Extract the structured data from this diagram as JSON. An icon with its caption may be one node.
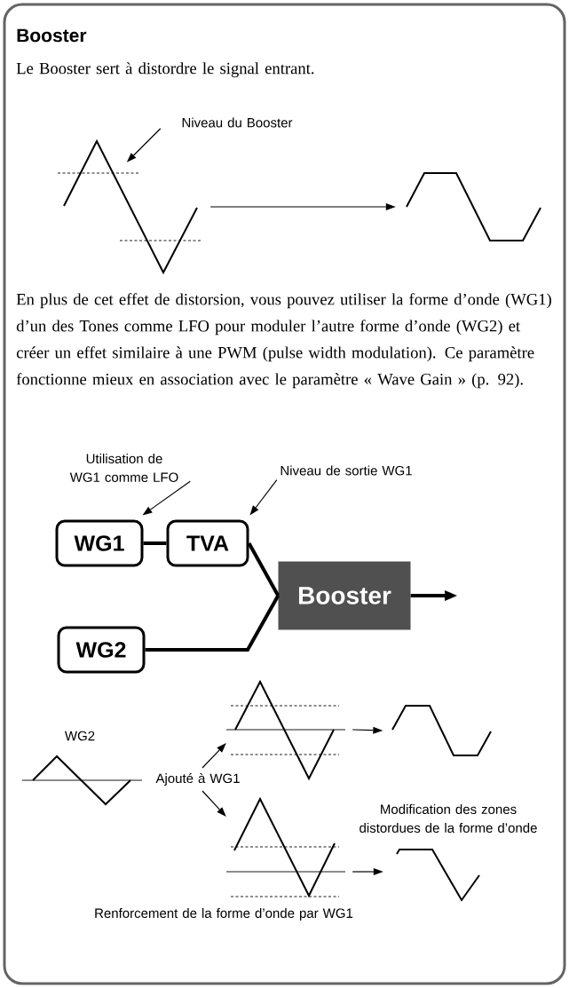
{
  "diagram": {
    "title": "Booster",
    "nodes": [
      {
        "text": [
          "Niveau du Booster"
        ]
      },
      {
        "text": [],
        "shape": "picture"
      },
      {
        "text": [],
        "shape": "picture"
      },
      {
        "text": [
          "Utilisation de WG1 comme LFO"
        ]
      },
      {
        "text": [
          "Niveau de sortie WG1"
        ]
      },
      {
        "text": [
          "WG1"
        ]
      },
      {
        "text": [
          "TVA"
        ]
      },
      {
        "text": [
          "Booster"
        ]
      },
      {
        "text": [
          "WG2"
        ]
      },
      {
        "text": [],
        "shape": "picture",
        "beside": [
          "WG2"
        ]
      },
      {
        "text": [
          "Ajouté à WG1"
        ]
      },
      {
        "text": [],
        "shape": "picture"
      },
      {
        "text": [],
        "shape": "picture"
      },
      {
        "text": [],
        "shape": "picture",
        "beside": [
          "Renforcement de la forme d’onde par WG1"
        ]
      },
      {
        "text": [],
        "shape": "picture",
        "beside": [
          "Modification des zones distordues de la forme d’onde"
        ]
      }
    ],
    "edges": [
      {
        "from": 0,
        "to": 1,
        "arrow": "to"
      },
      {
        "from": 1,
        "to": 2,
        "arrow": "to"
      },
      {
        "from": 3,
        "to": 5,
        "arrow": "to"
      },
      {
        "from": 4,
        "to": 6,
        "arrow": "to"
      },
      {
        "from": 5,
        "to": 6,
        "arrow": "none",
        "style": "thick"
      },
      {
        "from": 6,
        "to": 7,
        "arrow": "none",
        "style": "thick"
      },
      {
        "from": 8,
        "to": 7,
        "arrow": "none",
        "style": "thick"
      },
      {
        "from": 7,
        "to": null,
        "arrow": "to",
        "style": "thick"
      },
      {
        "from": 10,
        "to": 11,
        "arrow": "to"
      },
      {
        "from": 10,
        "to": 13,
        "arrow": "to"
      },
      {
        "from": 11,
        "to": 12,
        "arrow": "to"
      },
      {
        "from": 13,
        "to": 14,
        "arrow": "to"
      }
    ],
    "labels": [
      "Le Booster sert à distordre le signal entrant.",
      "En plus de cet effet de distorsion, vous pouvez utiliser la forme d’onde (WG1) d’un des Tones comme LFO pour moduler l’autre forme d’onde (WG2) et créer un effet similaire à une PWM (pulse width modulation). Ce paramètre fonctionne mieux en association avec le paramètre « Wave Gain » (p. 92)."
    ]
  }
}
